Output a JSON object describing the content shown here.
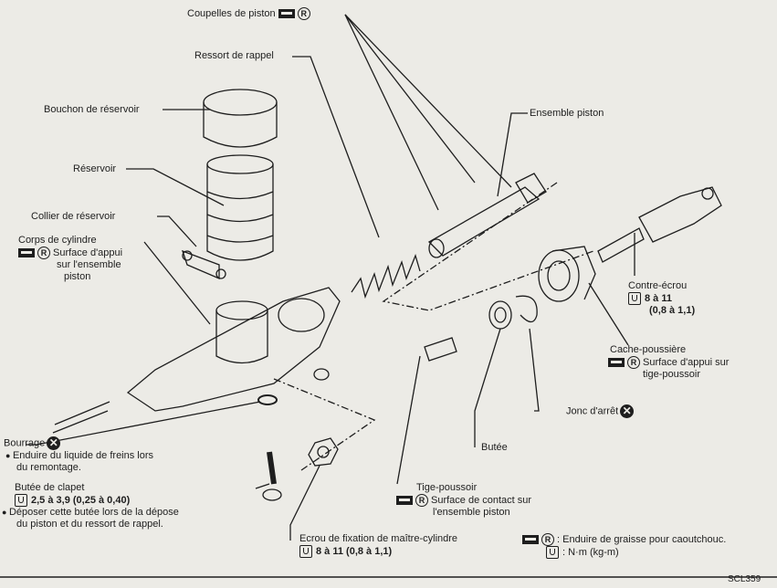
{
  "labels": {
    "coupelles": "Coupelles de piston",
    "ressort": "Ressort de rappel",
    "bouchon": "Bouchon de réservoir",
    "ensemble_piston": "Ensemble piston",
    "reservoir": "Réservoir",
    "collier": "Collier de réservoir",
    "corps": "Corps de cylindre",
    "corps_note_1": "Surface d'appui",
    "corps_note_2": "sur l'ensemble",
    "corps_note_3": "piston",
    "contre_ecrou": "Contre-écrou",
    "contre_ecrou_torque_1": "8 à 11",
    "contre_ecrou_torque_2": "(0,8 à 1,1)",
    "cache": "Cache-poussière",
    "cache_note_1": "Surface d'appui sur",
    "cache_note_2": "tige-poussoir",
    "jonc": "Jonc d'arrêt",
    "butee": "Butée",
    "tige": "Tige-poussoir",
    "tige_note_1": "Surface de contact sur",
    "tige_note_2": "l'ensemble piston",
    "bourrage": "Bourrage",
    "bourrage_note_1": "Enduire du liquide de freins lors",
    "bourrage_note_2": "du remontage.",
    "butee_clapet": "Butée de clapet",
    "butee_clapet_torque": "2,5 à 3,9 (0,25 à 0,40)",
    "butee_clapet_note_1": "Déposer cette butée lors de la dépose",
    "butee_clapet_note_2": "du piston et du ressort de rappel.",
    "ecrou": "Ecrou de fixation de maître-cylindre",
    "ecrou_torque": "8 à 11 (0,8 à 1,1)"
  },
  "legend": {
    "grease": ": Enduire de graisse pour caoutchouc.",
    "torque": ": N·m (kg-m)"
  },
  "symbols": {
    "r": "R",
    "x": "✕"
  },
  "figure_code": "SCL359"
}
